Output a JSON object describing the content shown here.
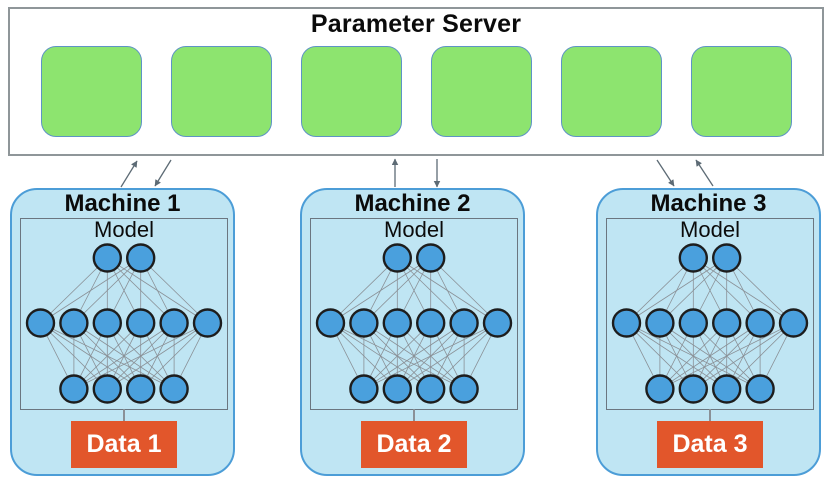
{
  "server": {
    "title": "Parameter Server",
    "shard_count": 6
  },
  "machines": [
    {
      "title": "Machine 1",
      "model_label": "Model",
      "data_label": "Data 1"
    },
    {
      "title": "Machine 2",
      "model_label": "Model",
      "data_label": "Data 2"
    },
    {
      "title": "Machine 3",
      "model_label": "Model",
      "data_label": "Data 3"
    }
  ],
  "network": {
    "layers": [
      2,
      6,
      4
    ]
  },
  "colors": {
    "shard_green": "#8de46f",
    "shard_border": "#5e93c5",
    "machine_blue": "#bfe5f3",
    "machine_border": "#4c9dd7",
    "node_blue": "#4aa0dd",
    "data_orange": "#e2562b"
  }
}
